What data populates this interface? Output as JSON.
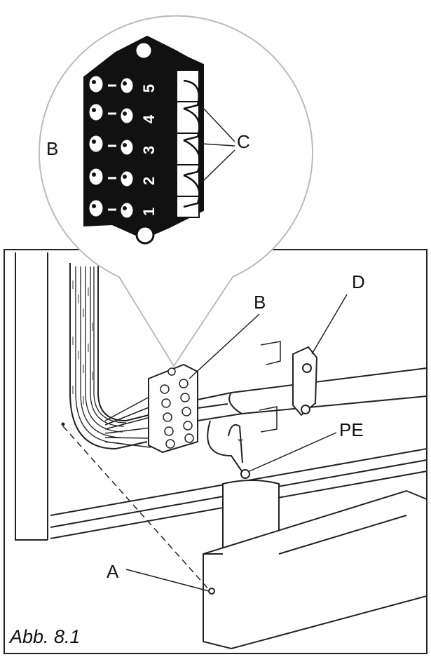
{
  "figure": {
    "caption": "Abb. 8.1",
    "callouts": {
      "a": "A",
      "b_detail": "B",
      "b_main": "B",
      "c": "C",
      "d": "D",
      "pe": "PE"
    },
    "terminal_numbers": [
      "1",
      "2",
      "3",
      "4",
      "5"
    ]
  }
}
